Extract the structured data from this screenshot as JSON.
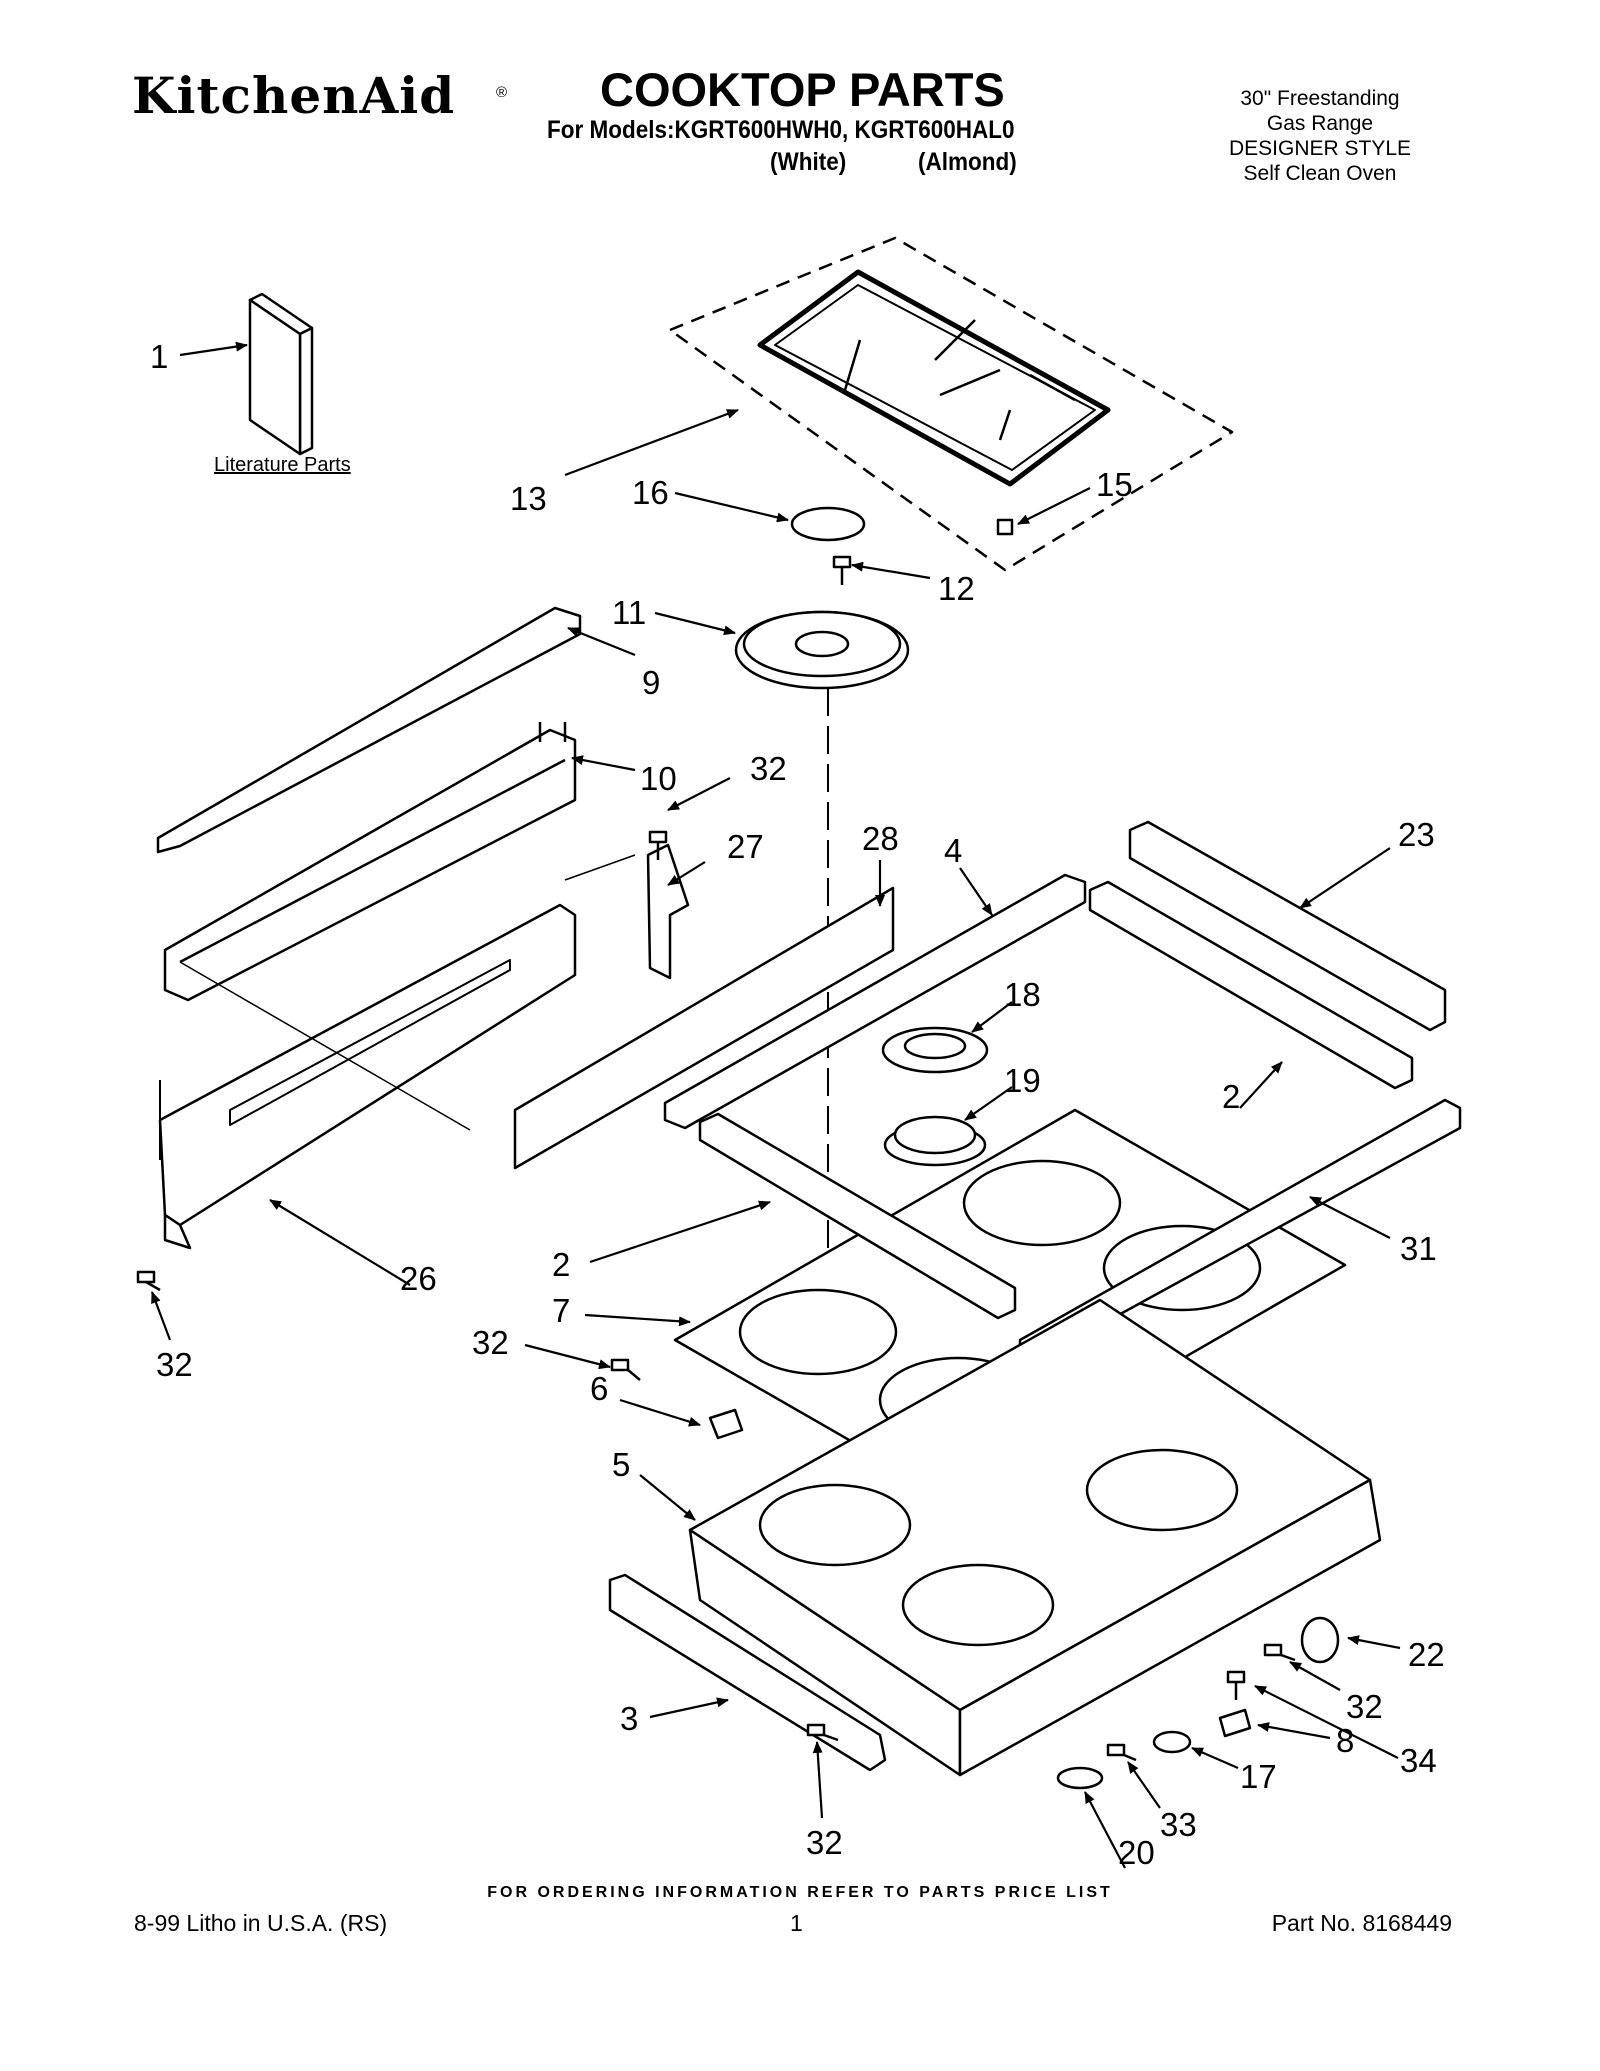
{
  "header": {
    "brand": "KitchenAid",
    "brand_mark": "®",
    "title": "COOKTOP PARTS",
    "models_line": "For Models:KGRT600HWH0, KGRT600HAL0",
    "color_1": "(White)",
    "color_2": "(Almond)"
  },
  "product": {
    "line1": "30\" Freestanding",
    "line2": "Gas Range",
    "line3": "DESIGNER STYLE",
    "line4": "Self Clean Oven"
  },
  "literature_label": "Literature Parts",
  "callouts": [
    {
      "id": "c1",
      "label": "1"
    },
    {
      "id": "c13",
      "label": "13"
    },
    {
      "id": "c16",
      "label": "16"
    },
    {
      "id": "c15",
      "label": "15"
    },
    {
      "id": "c12",
      "label": "12"
    },
    {
      "id": "c11",
      "label": "11"
    },
    {
      "id": "c9",
      "label": "9"
    },
    {
      "id": "c10",
      "label": "10"
    },
    {
      "id": "c32a",
      "label": "32"
    },
    {
      "id": "c27",
      "label": "27"
    },
    {
      "id": "c28",
      "label": "28"
    },
    {
      "id": "c4",
      "label": "4"
    },
    {
      "id": "c23",
      "label": "23"
    },
    {
      "id": "c18",
      "label": "18"
    },
    {
      "id": "c19",
      "label": "19"
    },
    {
      "id": "c2a",
      "label": "2"
    },
    {
      "id": "c31",
      "label": "31"
    },
    {
      "id": "c26",
      "label": "26"
    },
    {
      "id": "c32b",
      "label": "32"
    },
    {
      "id": "c2b",
      "label": "2"
    },
    {
      "id": "c7",
      "label": "7"
    },
    {
      "id": "c32c",
      "label": "32"
    },
    {
      "id": "c6",
      "label": "6"
    },
    {
      "id": "c5",
      "label": "5"
    },
    {
      "id": "c22",
      "label": "22"
    },
    {
      "id": "c32d",
      "label": "32"
    },
    {
      "id": "c3",
      "label": "3"
    },
    {
      "id": "c8",
      "label": "8"
    },
    {
      "id": "c34",
      "label": "34"
    },
    {
      "id": "c17",
      "label": "17"
    },
    {
      "id": "c33",
      "label": "33"
    },
    {
      "id": "c32e",
      "label": "32"
    },
    {
      "id": "c20",
      "label": "20"
    }
  ],
  "footer": {
    "ordering": "FOR ORDERING INFORMATION REFER TO PARTS PRICE LIST",
    "litho": "8-99 Litho in U.S.A. (RS)",
    "page": "1",
    "part_no": "Part No. 8168449"
  }
}
